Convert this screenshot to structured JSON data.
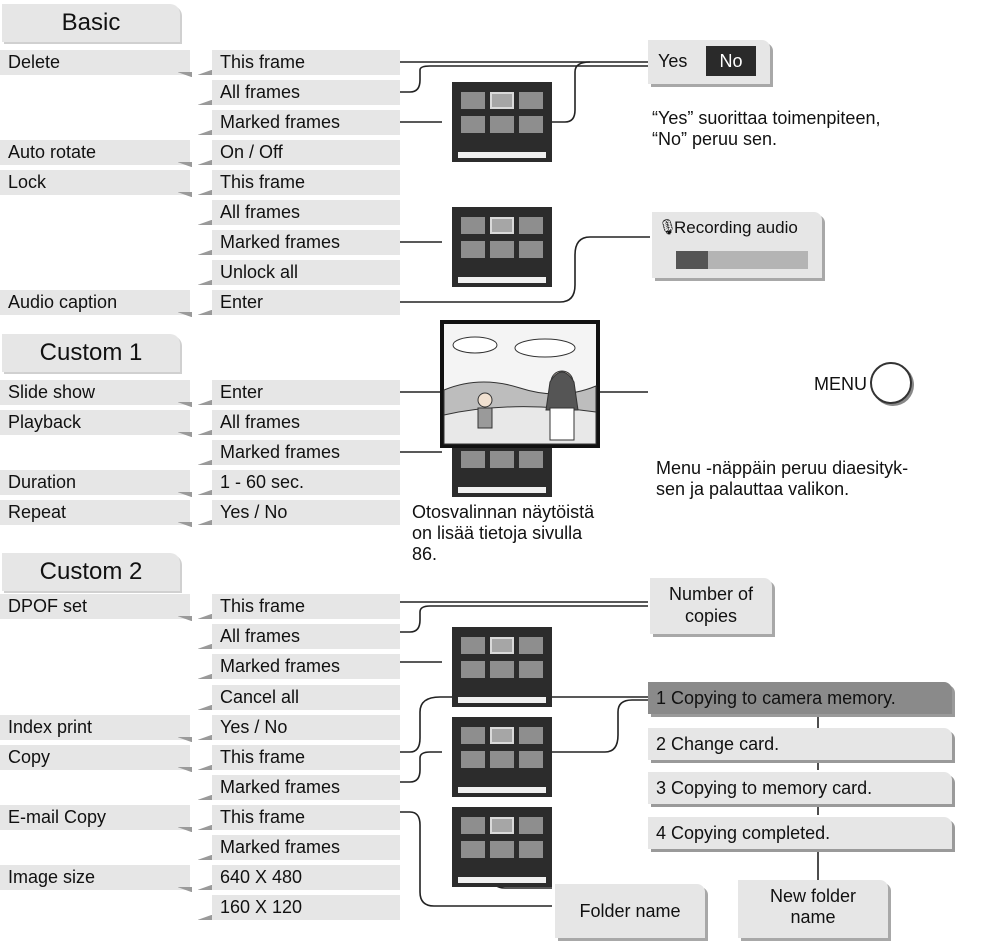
{
  "sections": {
    "basic": "Basic",
    "custom1": "Custom 1",
    "custom2": "Custom 2"
  },
  "basic": {
    "delete": "Delete",
    "auto_rotate": "Auto rotate",
    "lock": "Lock",
    "audio_caption": "Audio caption",
    "opt_delete_this": "This frame",
    "opt_delete_all": "All frames",
    "opt_delete_marked": "Marked frames",
    "opt_autorotate": "On / Off",
    "opt_lock_this": "This frame",
    "opt_lock_all": "All frames",
    "opt_lock_marked": "Marked frames",
    "opt_lock_unlock": "Unlock all",
    "opt_audio_enter": "Enter"
  },
  "custom1": {
    "slide_show": "Slide show",
    "playback": "Playback",
    "duration": "Duration",
    "repeat": "Repeat",
    "opt_slide_enter": "Enter",
    "opt_playback_all": "All frames",
    "opt_playback_marked": "Marked frames",
    "opt_duration": "1 - 60 sec.",
    "opt_repeat": "Yes / No"
  },
  "custom2": {
    "dpof_set": "DPOF set",
    "index_print": "Index print",
    "copy": "Copy",
    "email_copy": "E-mail Copy",
    "image_size": "Image size",
    "opt_dpof_this": "This frame",
    "opt_dpof_all": "All frames",
    "opt_dpof_marked": "Marked frames",
    "opt_dpof_cancel": "Cancel all",
    "opt_index": "Yes / No",
    "opt_copy_this": "This frame",
    "opt_copy_marked": "Marked frames",
    "opt_email_this": "This frame",
    "opt_email_marked": "Marked frames",
    "opt_size_640": "640 X 480",
    "opt_size_160": "160 X 120"
  },
  "dialogs": {
    "yes": "Yes",
    "no": "No",
    "yes_no_note_1": "“Yes” suorittaa toimenpiteen,",
    "yes_no_note_2": "“No” peruu sen.",
    "recording_audio": "Recording audio",
    "menu_button": "MENU",
    "menu_note_1": "Menu -näppäin peruu diaesityk-",
    "menu_note_2": "sen ja palauttaa valikon.",
    "sample_note_1": "Otosvalinnan näytöistä",
    "sample_note_2": "on lisää tietoja sivulla",
    "sample_note_3": "86.",
    "number_of_copies_1": "Number of",
    "number_of_copies_2": "copies",
    "folder_name": "Folder name",
    "new_folder_1": "New folder",
    "new_folder_2": "name"
  },
  "copy_steps": [
    "1 Copying to camera memory.",
    "2 Change card.",
    "3 Copying to memory card.",
    "4 Copying completed."
  ],
  "recording_progress": 0.24,
  "icons": [
    "microphone-icon",
    "menu-button-icon"
  ]
}
